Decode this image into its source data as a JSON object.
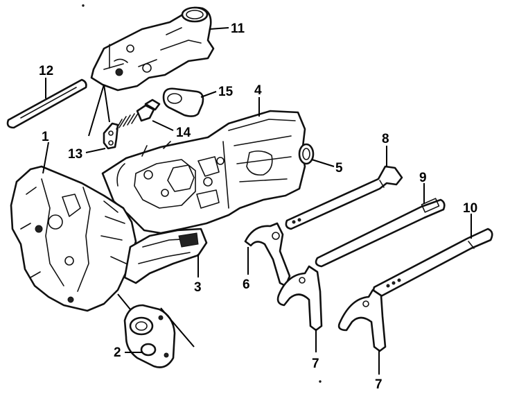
{
  "callouts": [
    {
      "id": "c1",
      "label": "1"
    },
    {
      "id": "c2",
      "label": "2"
    },
    {
      "id": "c3",
      "label": "3"
    },
    {
      "id": "c4",
      "label": "4"
    },
    {
      "id": "c5",
      "label": "5"
    },
    {
      "id": "c6",
      "label": "6"
    },
    {
      "id": "c7a",
      "label": "7"
    },
    {
      "id": "c7b",
      "label": "7"
    },
    {
      "id": "c8",
      "label": "8"
    },
    {
      "id": "c9",
      "label": "9"
    },
    {
      "id": "c10",
      "label": "10"
    },
    {
      "id": "c11",
      "label": "11"
    },
    {
      "id": "c12",
      "label": "12"
    },
    {
      "id": "c13",
      "label": "13"
    },
    {
      "id": "c14",
      "label": "14"
    },
    {
      "id": "c15",
      "label": "15"
    }
  ]
}
